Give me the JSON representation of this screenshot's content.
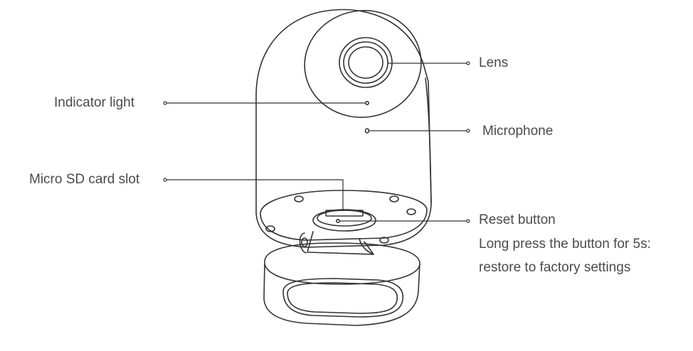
{
  "labels": {
    "lens": "Lens",
    "indicator_light": "Indicator light",
    "microphone": "Microphone",
    "micro_sd_card_slot": "Micro SD card slot",
    "reset_button": "Reset button",
    "reset_note_line1": "Long press the button for 5s:",
    "reset_note_line2": "restore to factory settings"
  },
  "colors": {
    "stroke": "#333333",
    "text": "#4a4a4a",
    "background": "#ffffff"
  }
}
